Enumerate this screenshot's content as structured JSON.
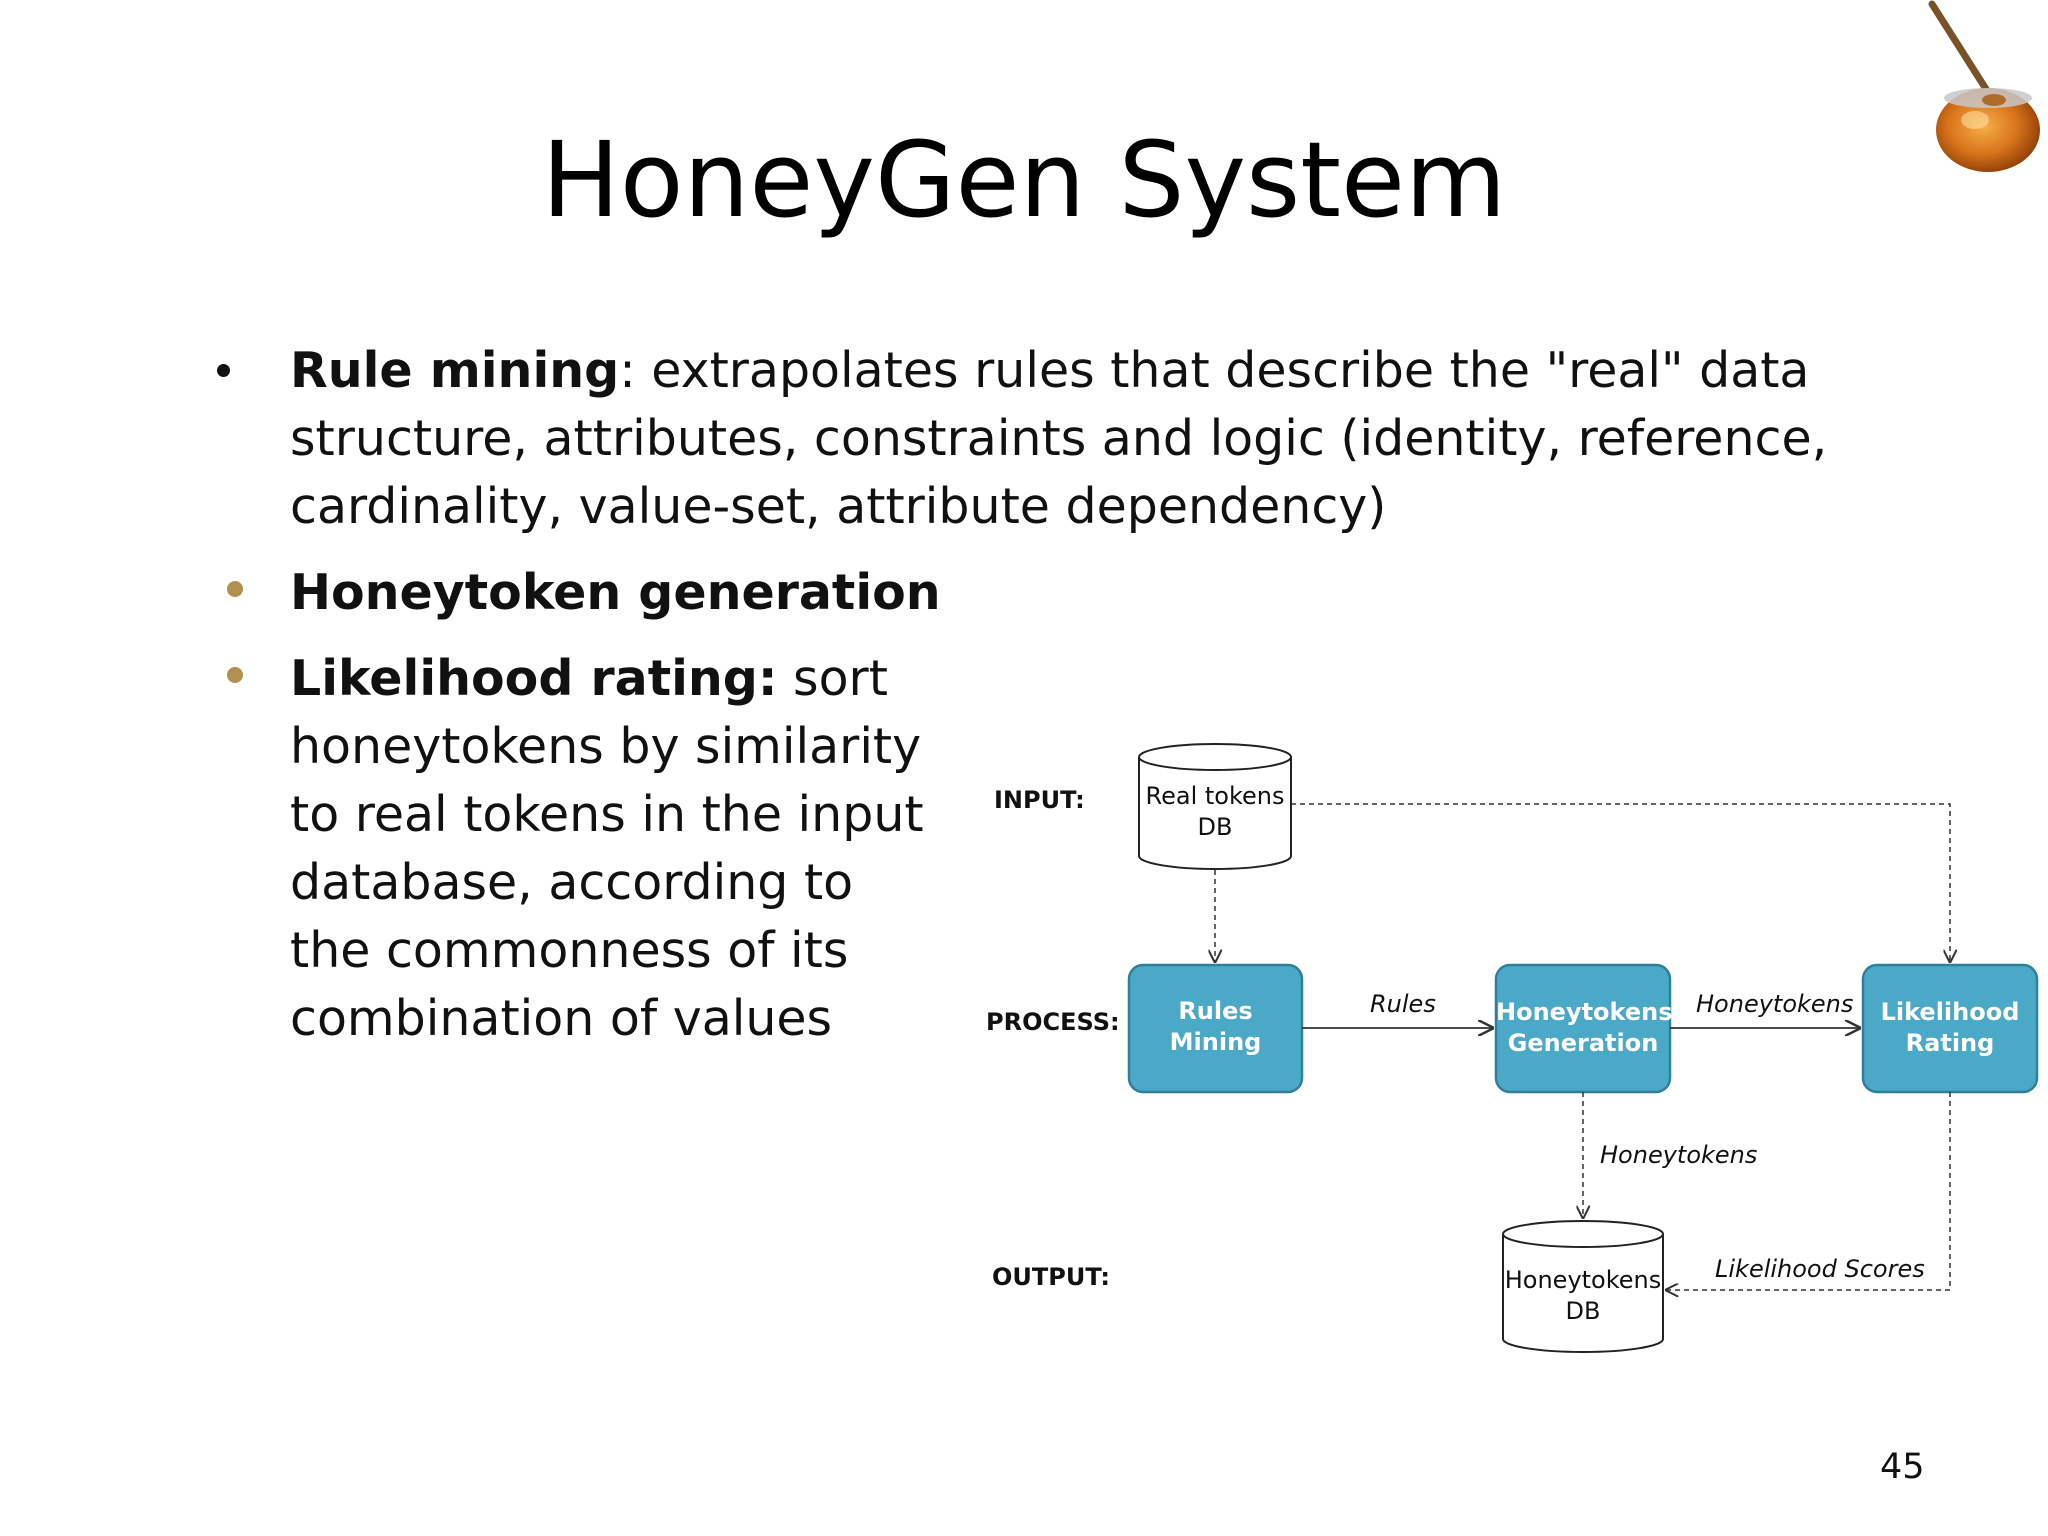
{
  "slide": {
    "title": "HoneyGen System",
    "page_number": "45"
  },
  "bullets": [
    {
      "bold": "Rule mining",
      "text": ": extrapolates rules that describe the \"real\" data structure, attributes, constraints and logic (identity, reference, cardinality, value-set, attribute dependency)"
    },
    {
      "bold": "Honeytoken generation",
      "text": ""
    },
    {
      "bold": "Likelihood rating:",
      "text": " sort honeytokens by similarity to real tokens in the input database, according to the commonness of its combination of values"
    }
  ],
  "diagram": {
    "row_labels": {
      "input": "INPUT:",
      "process": "PROCESS:",
      "output": "OUTPUT:"
    },
    "nodes": {
      "real_tokens_db": [
        "Real tokens",
        "DB"
      ],
      "rules_mining": [
        "Rules",
        "Mining"
      ],
      "honeytokens_generation": [
        "Honeytokens",
        "Generation"
      ],
      "likelihood_rating": [
        "Likelihood",
        "Rating"
      ],
      "honeytokens_db": [
        "Honeytokens",
        "DB"
      ]
    },
    "edges": {
      "rules": "Rules",
      "honeytokens_to_rating": "Honeytokens",
      "honeytokens_to_db": "Honeytokens",
      "likelihood_scores": "Likelihood Scores"
    },
    "colors": {
      "process_fill": "#4ba9c8",
      "process_stroke": "#2e7f9c"
    }
  }
}
